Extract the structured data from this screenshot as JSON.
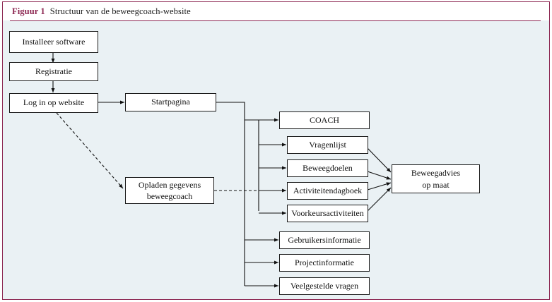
{
  "figure": {
    "label": "Figuur 1",
    "caption": "Structuur van de beweegcoach-website",
    "accent_color": "#8c2651",
    "background_color": "#eaf1f4",
    "node_fill": "#ffffff",
    "node_stroke": "#1a1a1a"
  },
  "nodes": {
    "installeer_software": "Installeer software",
    "registratie": "Registratie",
    "log_in": "Log in op website",
    "startpagina": "Startpagina",
    "opladen_line1": "Opladen gegevens",
    "opladen_line2": "beweegcoach",
    "coach": "COACH",
    "vragenlijst": "Vragenlijst",
    "beweegdoelen": "Beweegdoelen",
    "activiteitendagboek": "Activiteitendagboek",
    "voorkeursactiviteiten": "Voorkeursactiviteiten",
    "gebruikersinformatie": "Gebruikersinformatie",
    "projectinformatie": "Projectinformatie",
    "veelgestelde_vragen": "Veelgestelde vragen",
    "beweegadvies_line1": "Beweegadvies",
    "beweegadvies_line2": "op maat"
  },
  "flow": {
    "solid_edges": [
      "installeer-software -> registratie",
      "registratie -> log-in-op-website",
      "log-in-op-website -> startpagina",
      "startpagina -> coach",
      "startpagina -> vragenlijst",
      "startpagina -> beweegdoelen",
      "startpagina -> activiteitendagboek",
      "startpagina -> voorkeursactiviteiten",
      "startpagina -> gebruikersinformatie",
      "startpagina -> projectinformatie",
      "startpagina -> veelgestelde-vragen",
      "vragenlijst -> beweegadvies-op-maat",
      "beweegdoelen -> beweegadvies-op-maat",
      "activiteitendagboek -> beweegadvies-op-maat",
      "voorkeursactiviteiten -> beweegadvies-op-maat"
    ],
    "dashed_edges": [
      "log-in-op-website -> opladen-gegevens-beweegcoach",
      "opladen-gegevens-beweegcoach -> activiteitendagboek"
    ]
  }
}
